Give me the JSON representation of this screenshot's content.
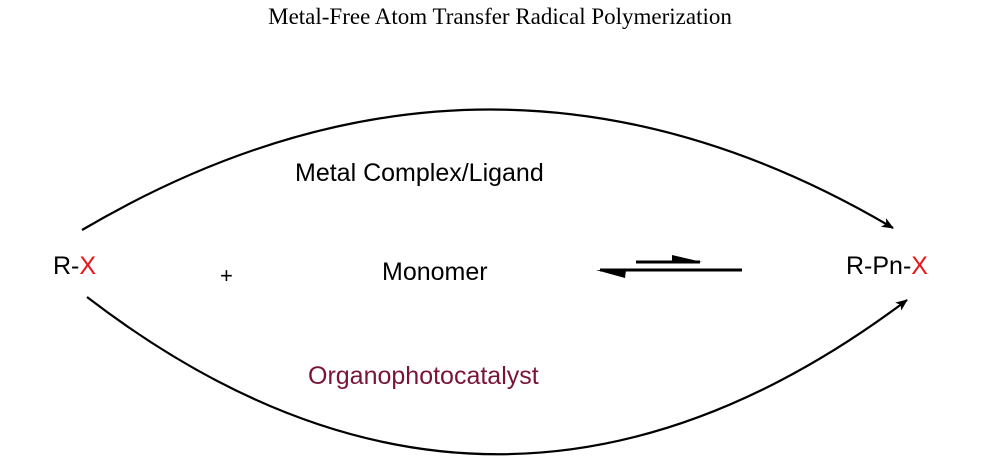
{
  "title": "Metal-Free Atom Transfer Radical Polymerization",
  "reactant": {
    "prefix": "R-",
    "halogen": "X"
  },
  "plus": "+",
  "monomer": "Monomer",
  "product": {
    "prefix": "R-Pn-",
    "halogen": "X"
  },
  "top_path_label": "Metal Complex/Ligand",
  "bottom_path_label": "Organophotocatalyst",
  "colors": {
    "halogen": "#e8161b",
    "organo": "#7a1335",
    "line": "#000000"
  }
}
